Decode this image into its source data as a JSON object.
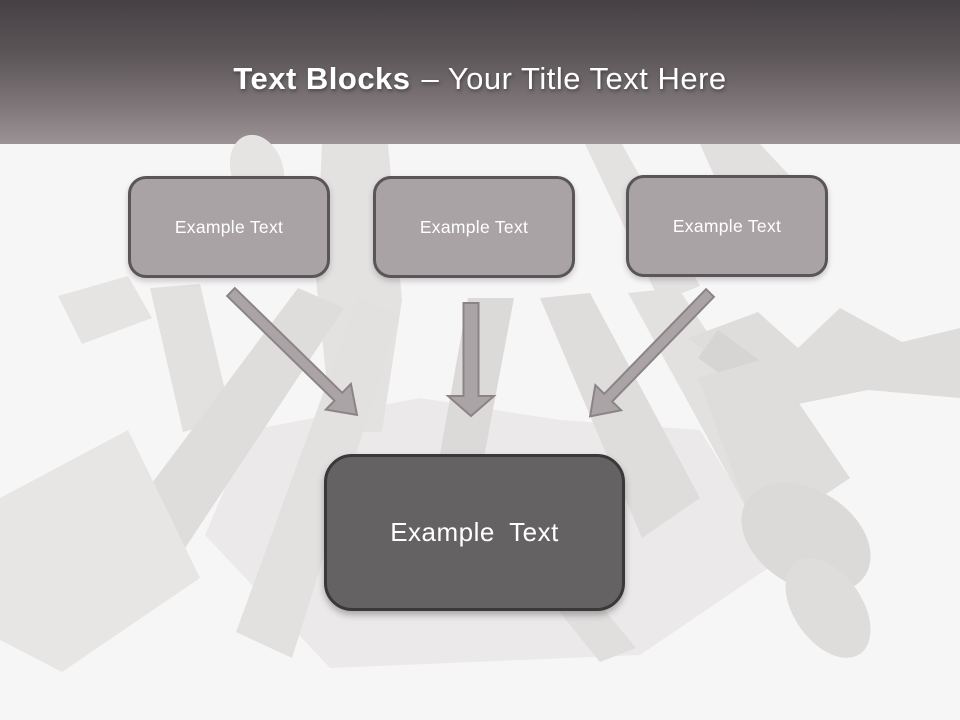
{
  "title": {
    "bold": "Text Blocks",
    "rest": "– Your Title Text Here"
  },
  "diagram": {
    "source_boxes": [
      {
        "label": "Example Text"
      },
      {
        "label": "Example Text"
      },
      {
        "label": "Example Text"
      }
    ],
    "target_box": {
      "label": "Example Text"
    },
    "connections": [
      {
        "from": "source-1",
        "to": "target",
        "direction": "down-right"
      },
      {
        "from": "source-2",
        "to": "target",
        "direction": "down"
      },
      {
        "from": "source-3",
        "to": "target",
        "direction": "down-left"
      }
    ]
  },
  "colors": {
    "header_gradient_top": "#454043",
    "header_gradient_bottom": "#9b9296",
    "canvas_background": "#f7f6f6",
    "source_box_fill": "#aaa3a5",
    "source_box_border": "#5a5558",
    "target_box_fill": "#646263",
    "target_box_border": "#3a3839",
    "arrow_fill": "#aba4a6",
    "arrow_stroke": "#8b8486",
    "text": "#ffffff",
    "silhouette_gray": "#e0dddd"
  }
}
